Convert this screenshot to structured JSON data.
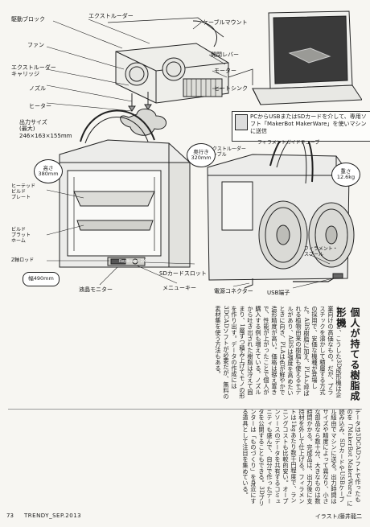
{
  "labels": {
    "drive_block": "駆動ブロック",
    "extruder": "エクストルーダー",
    "fan": "ファン",
    "extruder_carriage": "エクストルーダー\nキャリッジ",
    "nozzle": "ノズル",
    "heater": "ヒーター",
    "build_size_title": "出力サイズ\n(最大)",
    "build_size_value": "246×163×155mm",
    "cable_mount": "ケーブルマウント",
    "release_lever": "開閉レバー",
    "motor": "モーター",
    "heat_sink": "ヒートシンク",
    "extruder_cable": "エクストルーダー\nケーブル",
    "filament_guide_tube": "フィラメントガイドチューブ",
    "heated_build_plate": "ヒーテッド\nビルド\nプレート",
    "build_platform_home": "ビルド\nプラット\nホーム",
    "z_axis": "Z軸ロッド",
    "lcd_monitor": "液晶モニター",
    "sd_card_slot": "SDカードスロット",
    "menu_key": "メニューキー",
    "power_connector": "電源コネクター",
    "usb_port": "USB端子",
    "filament_spool": "フィラメント・\nスプール",
    "brand": "Replicator 2X"
  },
  "dimensions": {
    "height": "高さ\n380mm",
    "depth": "奥行き\n320mm",
    "weight": "重さ\n12.6kg",
    "width": "幅490mm"
  },
  "callout": "PCからUSBまたはSDカードを介して、専用ソフト「MakerBot MakerWare」を使いマシンに送信",
  "article": {
    "title": "個人が持てる樹脂成形機",
    "text_top": "もともと、こうした3D成形機は企業向けの高価なもの。だが、プラスチックを溶かして積層する方式の採用で、安価な機種が登場した。ABS樹脂に加え、PLAと呼ばれる植物由来の樹脂も使えるモデルがあり、ABSは強度を高めたいときに向き、PLAは色が鮮やかで造形精度が高い。価格は据え置きで、性能が上がったことで個人が購入する例も増えている。ノズルから吐き出された樹脂は冷えて固まり、1層ずつ積み上げてモノの形を作り出す。データの作成には3DCADソフトが必要だが、無料の素材集を使う方法もある。",
    "text_bottom": "データは3DCADソフトで作ったものを「MakerBot MakerWare」に読み込み、SDカードやUSBケーブル経由でマシンに送る。出力時間はサイズや精度によって異なり、小さな部品なら数十分、大きなものは数時間かかる。完成品は、出力後に支持材を外して仕上げる。フィラメントは1kgあたり数千円程度で、ランニングコストも比較的安い。オープンソースのデータを共有するコミュニティも盛んで、自分で作ったデータを公開することもできる。3Dプリンターは「ものづくり」を身近にする道具として注目を集めている。"
  },
  "footer": {
    "page": "73",
    "magazine": "TRENDY_SEP.2013",
    "credit": "イラスト/藤井龍二"
  }
}
